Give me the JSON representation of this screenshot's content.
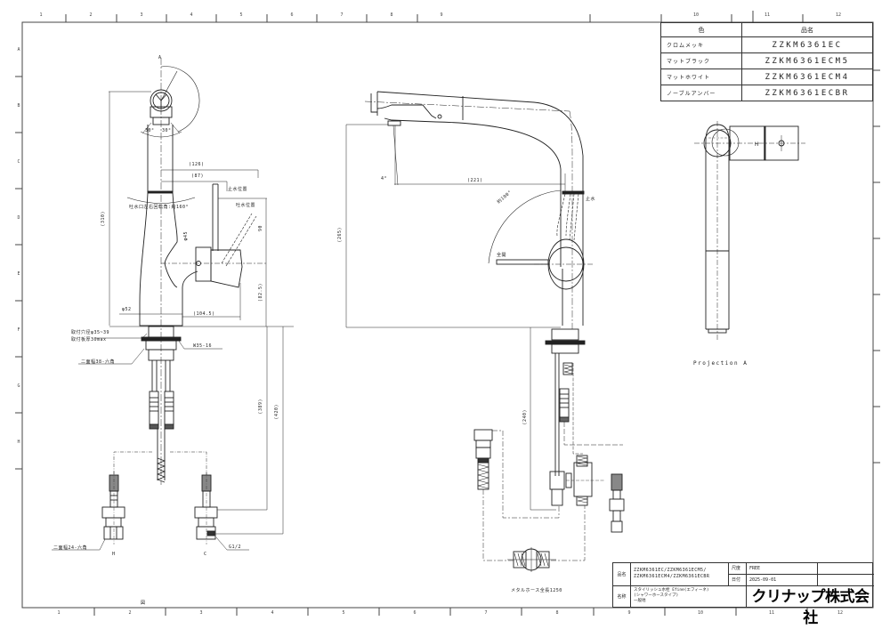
{
  "zones": {
    "top": [
      "1",
      "2",
      "3",
      "4",
      "5",
      "6",
      "7",
      "8",
      "9",
      "10",
      "11",
      "12"
    ],
    "bottom": [
      "1",
      "2",
      "3",
      "4",
      "5",
      "6",
      "7",
      "8",
      "9",
      "10",
      "11",
      "12"
    ],
    "side": [
      "A",
      "B",
      "C",
      "D",
      "E",
      "F",
      "G",
      "H"
    ]
  },
  "parts_table": {
    "header_color": "色",
    "header_part": "品名",
    "rows": [
      {
        "color": "クロムメッキ",
        "code": "ZZKM6361EC"
      },
      {
        "color": "マットブラック",
        "code": "ZZKM6361ECM5"
      },
      {
        "color": "マットホワイト",
        "code": "ZZKM6361ECM4"
      },
      {
        "color": "ノーブルアンバー",
        "code": "ZZKM6361ECBR"
      }
    ]
  },
  "title_block": {
    "part_label": "品名",
    "part_value_1": "ZZKM6361EC/ZZKM6361ECM5/",
    "part_value_2": "ZZKM6361ECM4/ZZKM6361ECBR",
    "name_label": "名称",
    "name_value_1": "スタイリッシュ水栓 Efine(エフィーネ)",
    "name_value_2": "(シャワーホースタイプ)",
    "name_value_3": "一般地",
    "scale_label": "尺度",
    "scale_value": "FREE",
    "date_label": "日付",
    "date_value": "2025-09-01",
    "company": "クリナップ株式会社"
  },
  "side_view": {
    "view_a_marker": "A",
    "angle_left": "30°",
    "angle_right": "30°",
    "dim_126": "(126)",
    "dim_87": "(87)",
    "stop_position": "止水位置",
    "spout_position": "吐水位置",
    "spout_rotation": "吐水口左右回転角:約160°",
    "dim_310": "(310)",
    "dia_45": "φ45",
    "dim_90": "90",
    "dim_82_5": "(82.5)",
    "dia_52": "φ52",
    "dim_104_5": "(104.5)",
    "mount_hole": "取付穴径φ35~39",
    "mount_thickness": "取付板厚30max",
    "thread_w35": "W35-16",
    "hex_38": "二面幅38-六角",
    "dim_389": "(389)",
    "dim_420": "(420)",
    "hex_24": "二面幅24-六角",
    "hot_mark": "H",
    "cold_mark": "C",
    "thread_g12": "G1/2"
  },
  "front_view": {
    "angle_4": "4°",
    "dim_221": "(221)",
    "dim_265": "(265)",
    "lever_angle": "約100°",
    "stop_label": "止水",
    "full_open_label": "全開",
    "dim_240": "(240)",
    "hose_length": "メタルホース全長1250"
  },
  "projection": {
    "label": "Projection A"
  },
  "bottom_mark": "図"
}
